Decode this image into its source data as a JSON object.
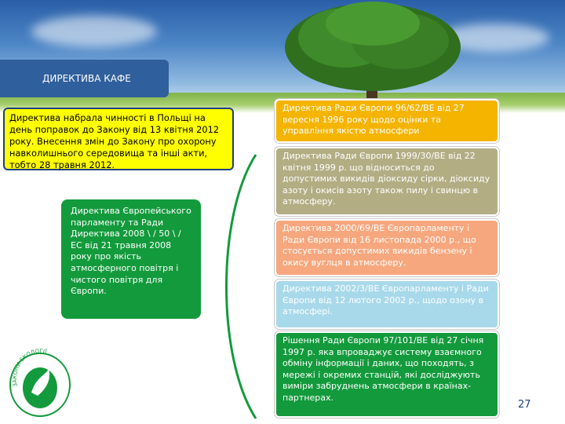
{
  "title": "ДИРЕКТИВА КАФЕ",
  "left": {
    "yellow_text": "Директива набрала чинності в Польщі на день поправок до Закону від 13 квітня 2012 року. Внесення змін до Закону про охорону навколишнього середовища та інші акти, тобто 28 травня 2012.",
    "green_text": "Директива Європейського парламенту та Ради Директива 2008 \\ / 50 \\ / ЕС від 21 травня 2008 року про якість атмосферного повітря і чистого повітря для Європи."
  },
  "right_items": [
    {
      "text": "Директива Ради Європи 96/62/ВЕ від 27 вересня 1996 року щодо оцінки та управління якістю атмосфери",
      "color": "#f5b400"
    },
    {
      "text": "Директива Ради Європи 1999/30/ВЕ від 22 квітня 1999 р. що відноситься до допустимих викидів діоксиду сірки, діоксиду азоту і окисів азоту також пилу і свинцю в атмосферу.",
      "color": "#b3ad84"
    },
    {
      "text": "Директива 2000/69/ВЕ Європарламенту і Ради Європи від 16 листопада 2000 р., що стосується допустимих викидів бензену і окису вуглця в атмосферу.",
      "color": "#f7a77e"
    },
    {
      "text": "Директива 2002/3/ВЕ Європарламенту і Ради Європи від 12 лютого 2002 р., щодо озону в атмосфері.",
      "color": "#a8d9ea"
    },
    {
      "text": "Рішення Ради Європи 97/101/ВЕ від 27 січня 1997 р. яка впроваджує систему взаємного обміну інформації і даних, що походять, з мережі і окремих станцій, які досліджують виміри забруднень атмосфери в країнах-партнерах.",
      "color": "#139a3c"
    }
  ],
  "logo_text": "ЗАКОНИ ЕКОЛОГІЇ",
  "page_number": "27"
}
